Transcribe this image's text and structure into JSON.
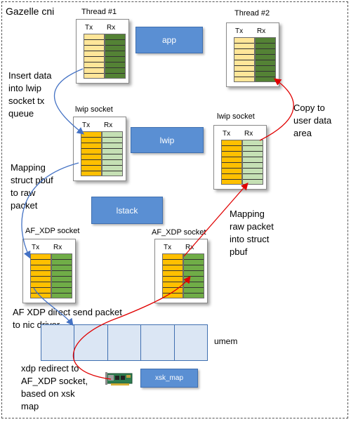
{
  "title": "Gazelle cni",
  "colors": {
    "tx_queue": "#ffc000",
    "rx_queue": "#548235",
    "rx_queue_light": "#c5e0b4",
    "tx_queue_light": "#ffe699",
    "block": "#5a8fd3",
    "arrow_blue": "#4472c4",
    "arrow_red": "#e00000"
  },
  "thread1": {
    "label": "Thread #1",
    "tx": "Tx",
    "rx": "Rx"
  },
  "thread2": {
    "label": "Thread #2",
    "tx": "Tx",
    "rx": "Rx"
  },
  "lwip_socket_left": {
    "label": "lwip socket",
    "tx": "Tx",
    "rx": "Rx"
  },
  "lwip_socket_right": {
    "label": "lwip socket",
    "tx": "Tx",
    "rx": "Rx"
  },
  "afxdp_left": {
    "label": "AF_XDP socket",
    "tx": "Tx",
    "rx": "Rx"
  },
  "afxdp_right": {
    "label": "AF_XDP socket",
    "tx": "Tx",
    "rx": "Rx"
  },
  "blocks": {
    "app": "app",
    "lwip": "lwip",
    "lstack": "lstack",
    "xsk_map": "xsk_map",
    "umem": "umem"
  },
  "notes": {
    "insert": [
      "Insert data",
      "into lwip",
      "socket tx",
      "queue"
    ],
    "mapping_left": [
      "Mapping",
      "struct pbuf",
      "to raw",
      "packet"
    ],
    "afxdp_send": [
      "AF XDP direct  send packet",
      "to nic driver"
    ],
    "xdp_redirect": [
      "xdp redirect to",
      "AF_XDP socket,",
      "based on xsk",
      "map"
    ],
    "copy_user": [
      "Copy to",
      "user data",
      "area"
    ],
    "mapping_right": [
      "Mapping",
      "raw packet",
      "into struct",
      "pbuf"
    ]
  },
  "icons": {
    "nic": "nic-card-icon"
  }
}
